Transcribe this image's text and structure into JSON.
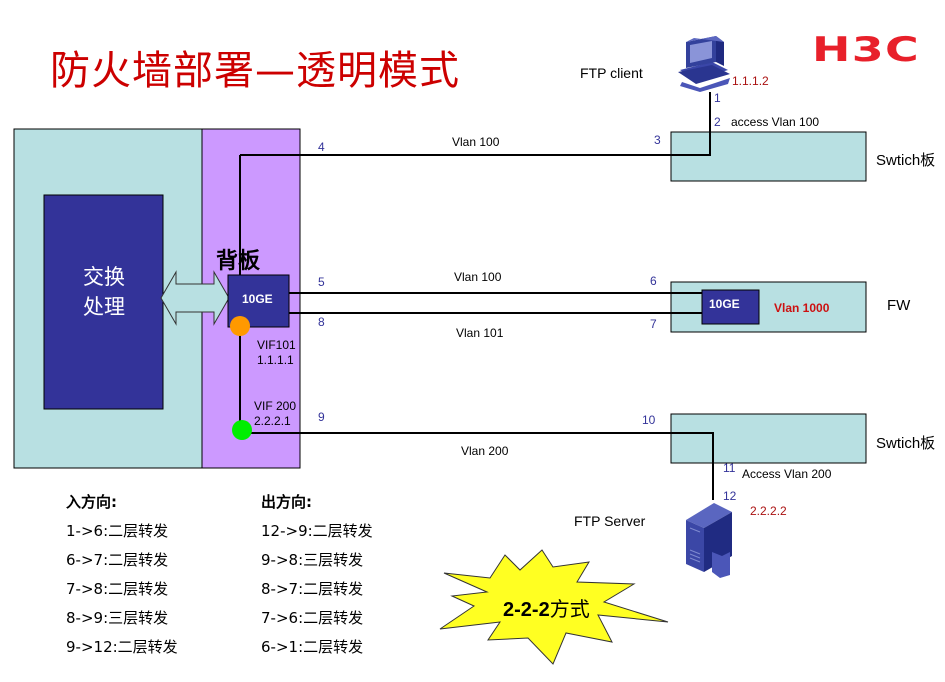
{
  "title": "防火墙部署—透明模式",
  "logo": "H3C",
  "colors": {
    "title": "#cc0000",
    "logo": "#e8202a",
    "chassis_fill": "#b8e0e2",
    "backplane_fill": "#cc99ff",
    "module_fill": "#333399",
    "vif101_dot": "#ff9900",
    "vif200_dot": "#00ee00",
    "burst_fill": "#ffff22",
    "port_number": "#333399",
    "ip_red": "#aa1111"
  },
  "chassis": {
    "switch_core_label_line1": "交换",
    "switch_core_label_line2": "处理",
    "backplane_label": "背板",
    "module_label": "10GE",
    "vif101_label": "VIF101",
    "vif101_ip": "1.1.1.1",
    "vif200_label": "VIF 200",
    "vif200_ip": "2.2.2.1"
  },
  "links": {
    "top": {
      "vlan": "Vlan 100",
      "port_left": "4",
      "port_right": "3"
    },
    "fw_upper": {
      "vlan": "Vlan 100",
      "port_left": "5",
      "port_right": "6"
    },
    "fw_lower": {
      "vlan": "Vlan 101",
      "port_left": "8",
      "port_right": "7"
    },
    "bottom": {
      "vlan": "Vlan 200",
      "port_left": "9",
      "port_right": "10"
    }
  },
  "devices": {
    "ftp_client": {
      "label": "FTP client",
      "ip": "1.1.1.2",
      "port_host": "1",
      "port_switch": "2",
      "access": "access Vlan 100"
    },
    "switch_top": {
      "label": "Swtich板"
    },
    "firewall": {
      "label": "FW",
      "module": "10GE",
      "vlan": "Vlan 1000"
    },
    "switch_bottom": {
      "label": "Swtich板"
    },
    "ftp_server": {
      "label": "FTP  Server",
      "ip": "2.2.2.2",
      "port_switch": "11",
      "port_host": "12",
      "access": "Access  Vlan 200"
    }
  },
  "inbound": {
    "heading": "入方向:",
    "rows": [
      "1->6:二层转发",
      "6->7:二层转发",
      "7->8:二层转发",
      "8->9:三层转发",
      "9->12:二层转发"
    ]
  },
  "outbound": {
    "heading": "出方向:",
    "rows": [
      "12->9:二层转发",
      "9->8:三层转发",
      "8->7:二层转发",
      "7->6:二层转发",
      "6->1:二层转发"
    ]
  },
  "badge": {
    "number": "2-2-2",
    "suffix": "方式"
  }
}
